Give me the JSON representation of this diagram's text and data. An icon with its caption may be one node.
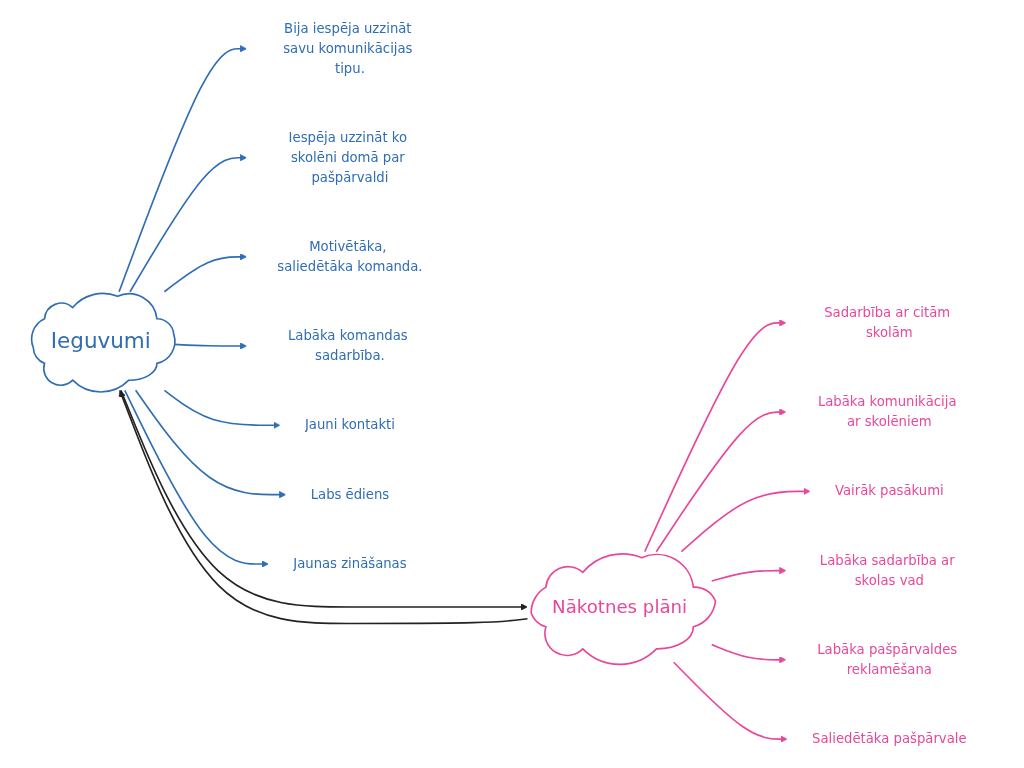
{
  "diagram": {
    "nodes": [
      {
        "text": [
          "Ieguvumi"
        ]
      },
      {
        "text": [
          "Bija iespēja uzzināt savu komunikācijas tipu."
        ]
      },
      {
        "text": [
          "Iespēja uzzināt ko skolēni domā par pašpārvaldi"
        ]
      },
      {
        "text": [
          "Motivētāka, saliedētāka komanda."
        ]
      },
      {
        "text": [
          "Labāka komandas sadarbība."
        ]
      },
      {
        "text": [
          "Jauni kontakti"
        ]
      },
      {
        "text": [
          "Labs ēdiens"
        ]
      },
      {
        "text": [
          "Jaunas zināšanas"
        ]
      },
      {
        "text": [
          "Nākotnes plāni"
        ]
      },
      {
        "text": [
          "Sadarbība ar citām skolām"
        ]
      },
      {
        "text": [
          "Labāka komunikācija ar skolēniem"
        ]
      },
      {
        "text": [
          "Vairāk pasākumi"
        ]
      },
      {
        "text": [
          "Labāka sadarbība ar skolas vad"
        ]
      },
      {
        "text": [
          "Labāka pašpārvaldes reklamēšana"
        ]
      },
      {
        "text": [
          "Saliedētāka pašpārvale"
        ]
      }
    ],
    "edges": [
      {
        "from": 0,
        "to": 1,
        "arrow": "to",
        "color": "#2f6db5"
      },
      {
        "from": 0,
        "to": 2,
        "arrow": "to",
        "color": "#2f6db5"
      },
      {
        "from": 0,
        "to": 3,
        "arrow": "to",
        "color": "#2f6db5"
      },
      {
        "from": 0,
        "to": 4,
        "arrow": "to",
        "color": "#2f6db5"
      },
      {
        "from": 0,
        "to": 5,
        "arrow": "to",
        "color": "#2f6db5"
      },
      {
        "from": 0,
        "to": 6,
        "arrow": "to",
        "color": "#2f6db5"
      },
      {
        "from": 0,
        "to": 7,
        "arrow": "to",
        "color": "#2f6db5"
      },
      {
        "from": 0,
        "to": 8,
        "arrow": "to",
        "color": "#222222"
      },
      {
        "from": 8,
        "to": 0,
        "arrow": "to",
        "color": "#222222"
      },
      {
        "from": 8,
        "to": 9,
        "arrow": "to",
        "color": "#e8479a"
      },
      {
        "from": 8,
        "to": 10,
        "arrow": "to",
        "color": "#e8479a"
      },
      {
        "from": 8,
        "to": 11,
        "arrow": "to",
        "color": "#e8479a"
      },
      {
        "from": 8,
        "to": 12,
        "arrow": "to",
        "color": "#e8479a"
      },
      {
        "from": 8,
        "to": 13,
        "arrow": "to",
        "color": "#e8479a"
      },
      {
        "from": 8,
        "to": 14,
        "arrow": "to",
        "color": "#e8479a"
      }
    ]
  }
}
